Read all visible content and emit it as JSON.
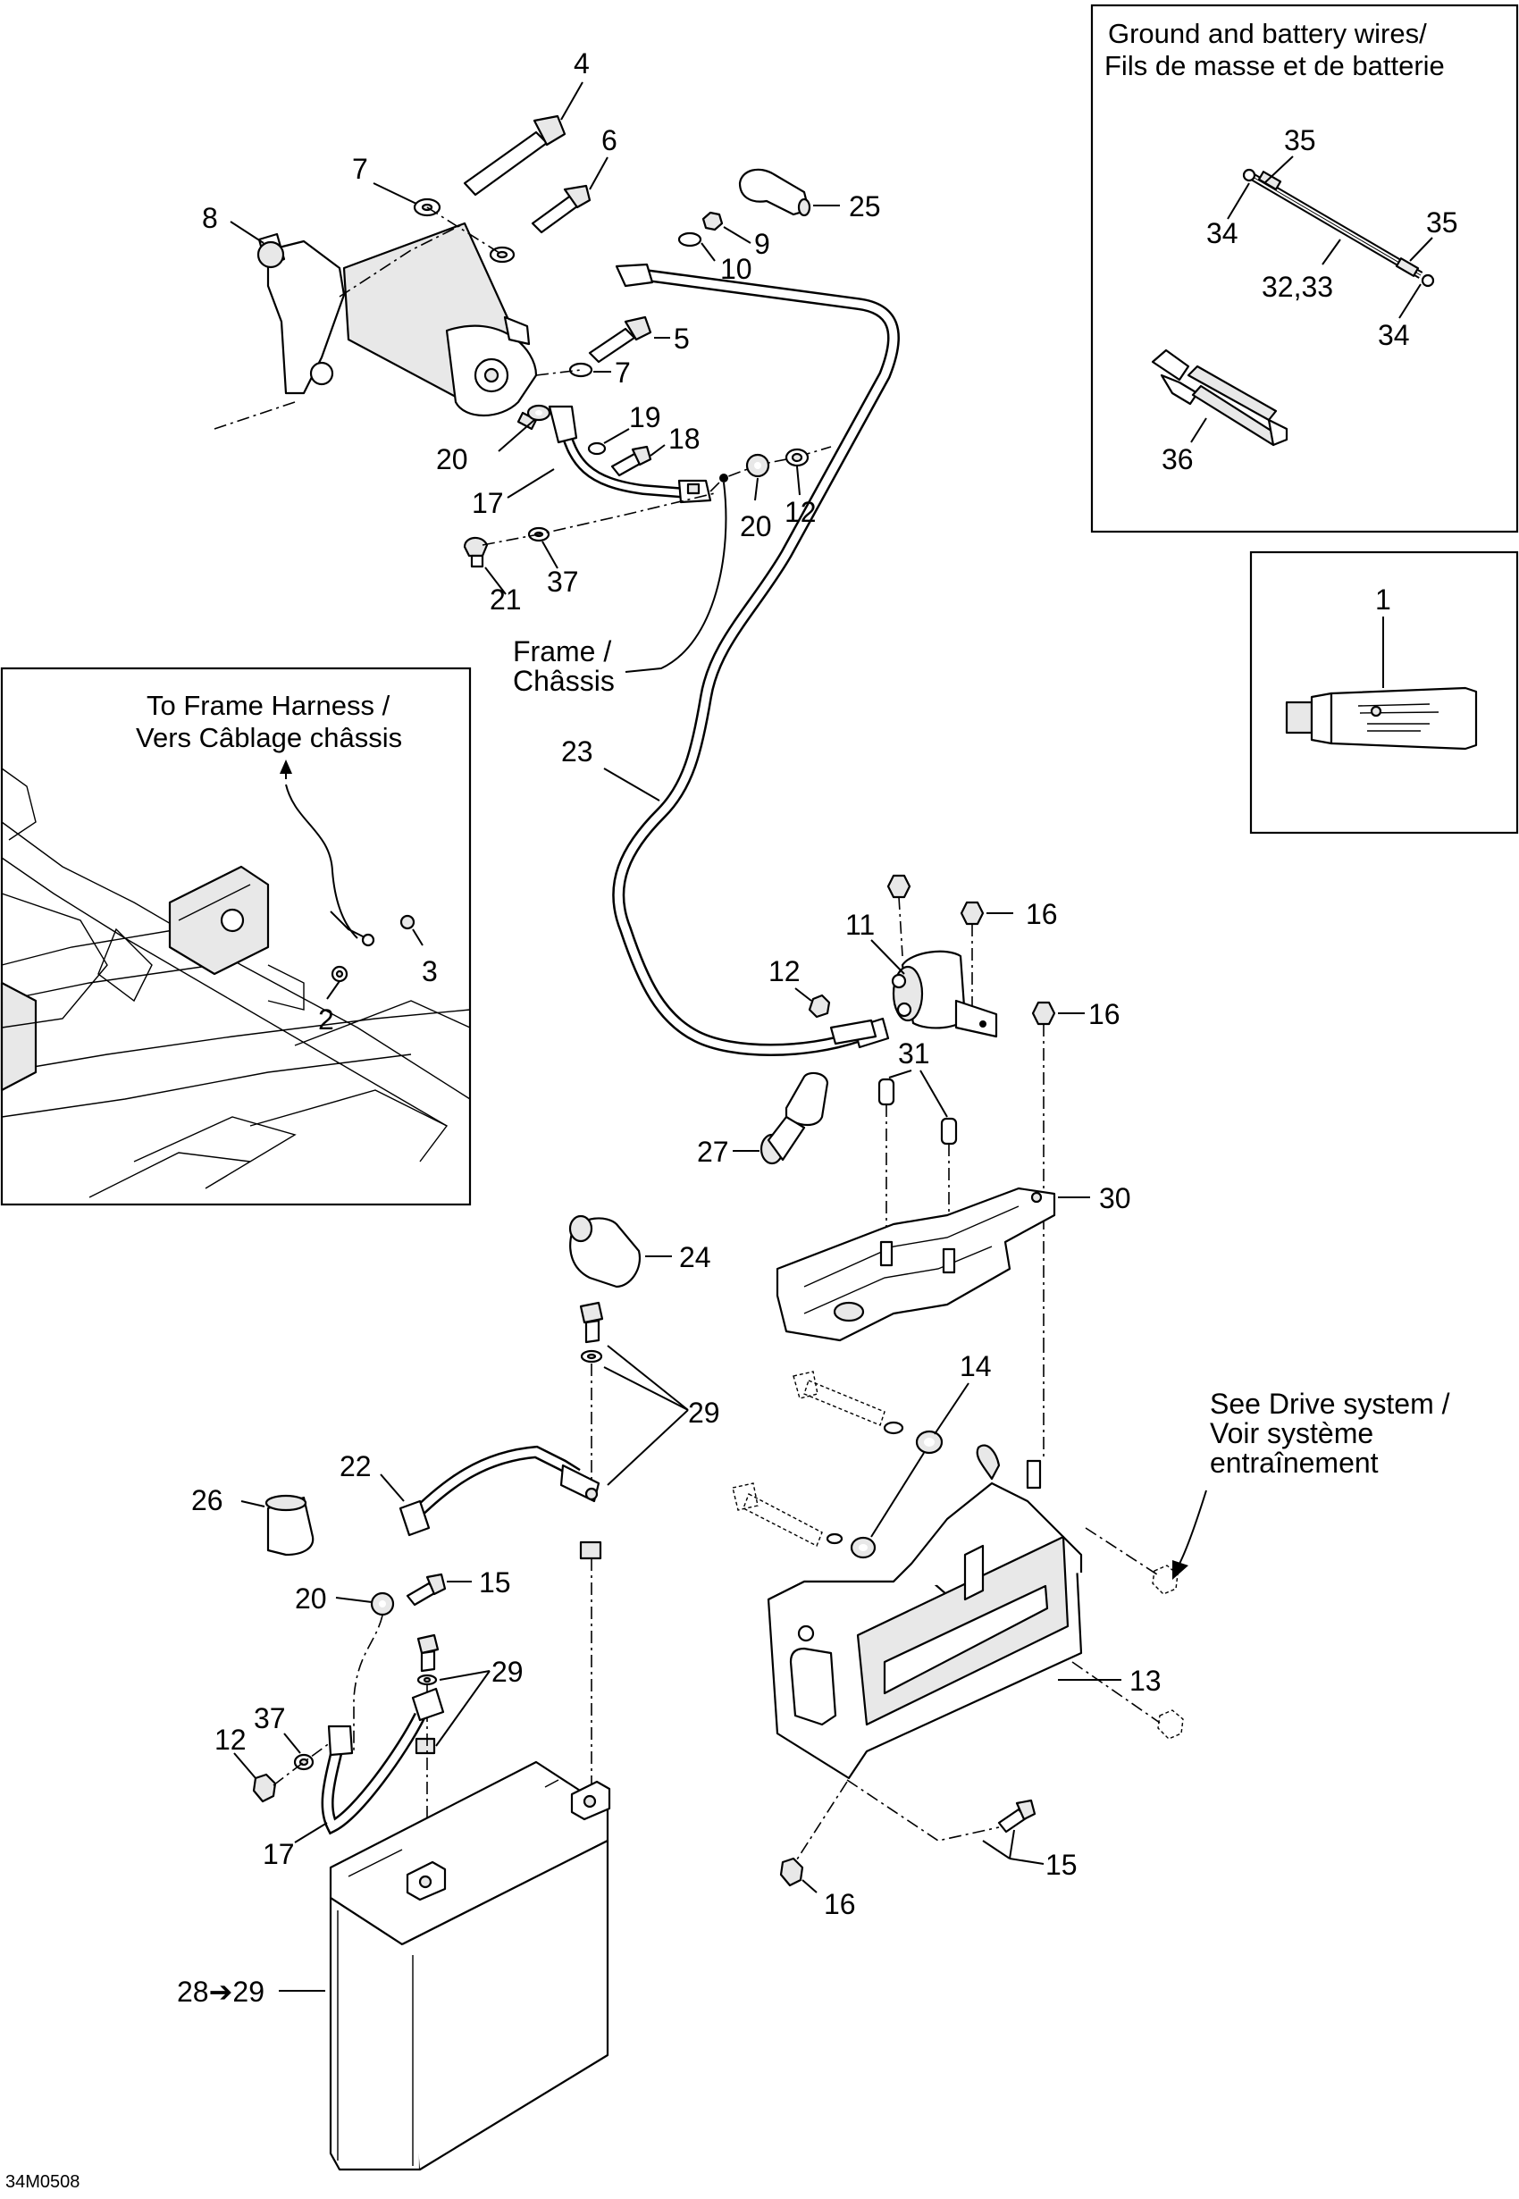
{
  "inset_wires": {
    "title_line1": "Ground and battery wires/",
    "title_line2": "Fils de masse et de batterie"
  },
  "inset_harness": {
    "title_line1": "To Frame Harness /",
    "title_line2": "Vers Câblage châssis"
  },
  "notes": {
    "frame_line1": "Frame /",
    "frame_line2": "Châssis",
    "drive_line1": "See Drive system /",
    "drive_line2": "Voir système",
    "drive_line3": "entraînement"
  },
  "labels": {
    "p1": "1",
    "p2": "2",
    "p3": "3",
    "p4": "4",
    "p5": "5",
    "p6": "6",
    "p7a": "7",
    "p7b": "7",
    "p8": "8",
    "p9": "9",
    "p10": "10",
    "p11": "11",
    "p12a": "12",
    "p12b": "12",
    "p12c": "12",
    "p13": "13",
    "p14": "14",
    "p15a": "15",
    "p15b": "15",
    "p16a": "16",
    "p16b": "16",
    "p16c": "16",
    "p17a": "17",
    "p17b": "17",
    "p18": "18",
    "p19": "19",
    "p20a": "20",
    "p20b": "20",
    "p20c": "20",
    "p21": "21",
    "p22": "22",
    "p23": "23",
    "p24": "24",
    "p25": "25",
    "p26": "26",
    "p27": "27",
    "p28": "28➔29",
    "p29a": "29",
    "p29b": "29",
    "p30": "30",
    "p31": "31",
    "p32": "32,33",
    "p34a": "34",
    "p34b": "34",
    "p35a": "35",
    "p35b": "35",
    "p36": "36",
    "p37a": "37",
    "p37b": "37"
  },
  "drawing_code": "34M0508"
}
